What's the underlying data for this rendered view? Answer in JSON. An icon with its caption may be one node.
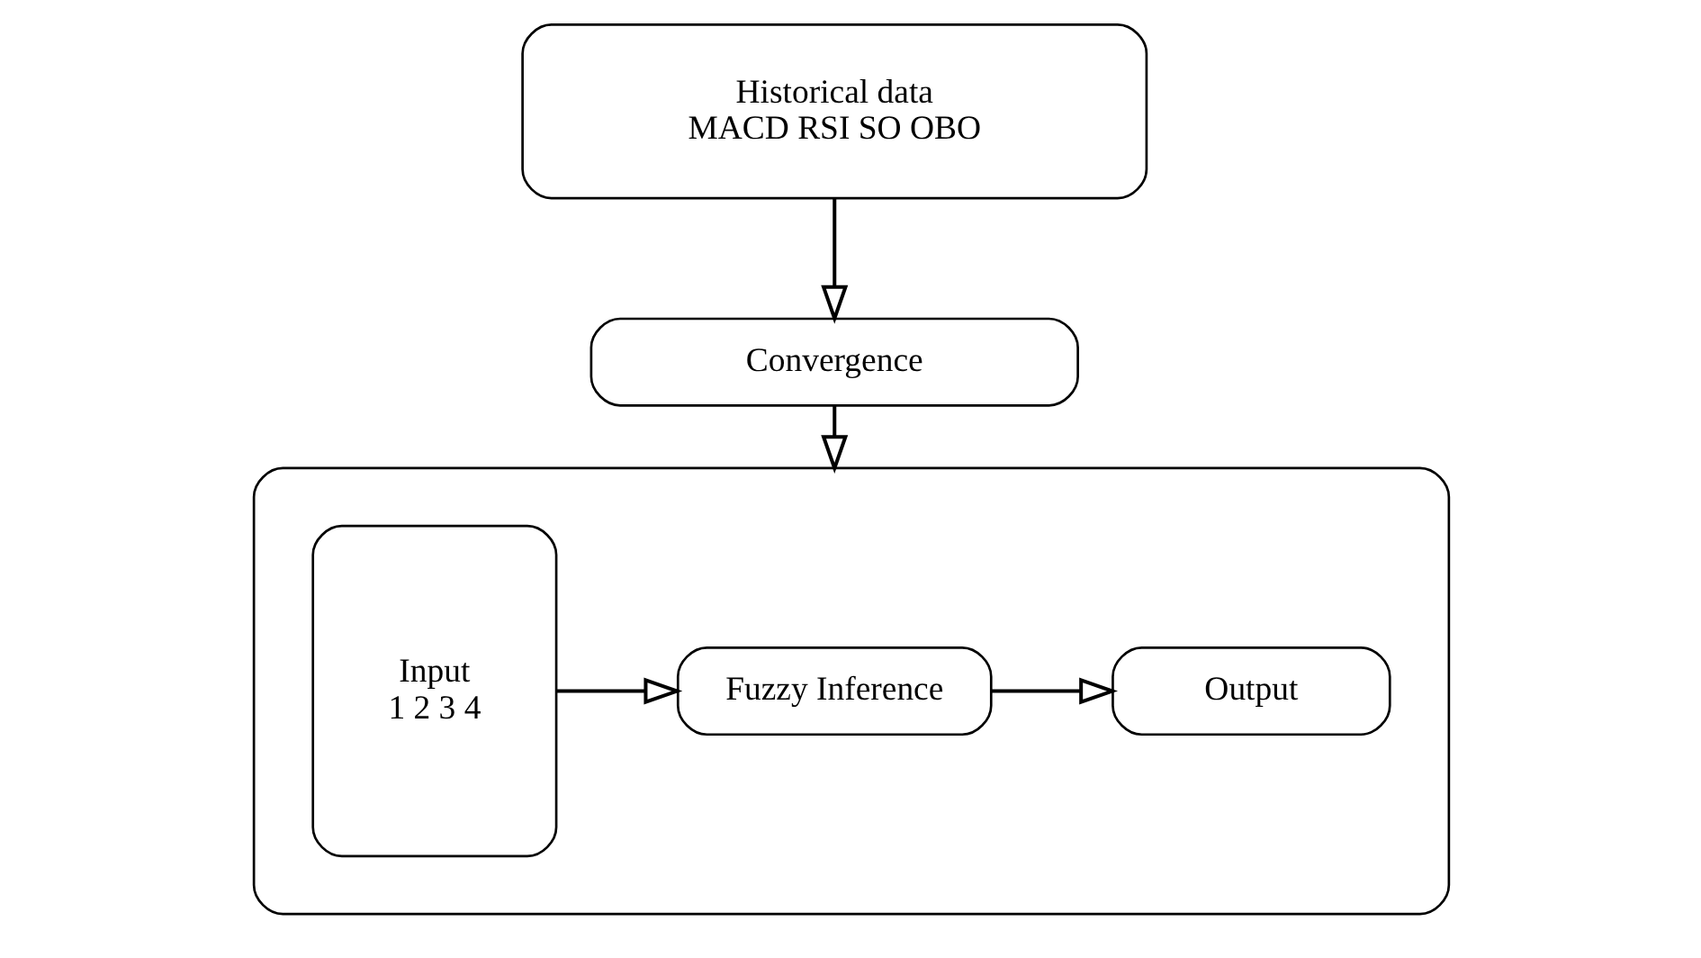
{
  "diagram": {
    "nodes": [
      {
        "text": [
          "Historical data",
          "MACD RSI SO OBO"
        ]
      },
      {
        "text": [
          "Convergence"
        ]
      },
      {
        "text": [],
        "shape": "box"
      },
      {
        "text": [
          "Input",
          "1 2 3 4"
        ],
        "in": 2
      },
      {
        "text": [
          "Fuzzy Inference"
        ],
        "in": 2
      },
      {
        "text": [
          "Output"
        ],
        "in": 2
      }
    ],
    "edges": [
      {
        "from": 0,
        "to": 1,
        "arrow": "to"
      },
      {
        "from": 1,
        "to": 2,
        "arrow": "to"
      },
      {
        "from": 3,
        "to": 4,
        "arrow": "to"
      },
      {
        "from": 4,
        "to": 5,
        "arrow": "to"
      }
    ]
  }
}
